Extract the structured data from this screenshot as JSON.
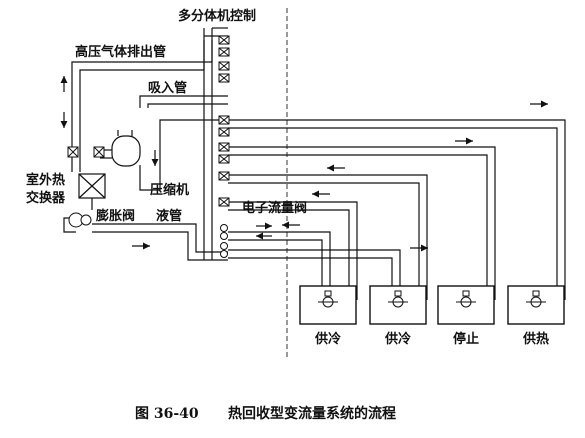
{
  "labels": {
    "multi_unit_control": "多分体机控制",
    "hp_gas_discharge_pipe": "高压气体排出管",
    "suction_pipe": "吸入管",
    "compressor": "压缩机",
    "outdoor_hx_line1": "室外热",
    "outdoor_hx_line2": "交换器",
    "expansion_valve": "膨胀阀",
    "liquid_pipe": "液管",
    "electronic_flow_valve": "电子流量阀"
  },
  "indoor_units": [
    {
      "status": "供冷"
    },
    {
      "status": "供冷"
    },
    {
      "status": "停止"
    },
    {
      "status": "供热"
    }
  ],
  "caption": {
    "figure_number": "图 36-40",
    "title": "热回收型变流量系统的流程"
  }
}
